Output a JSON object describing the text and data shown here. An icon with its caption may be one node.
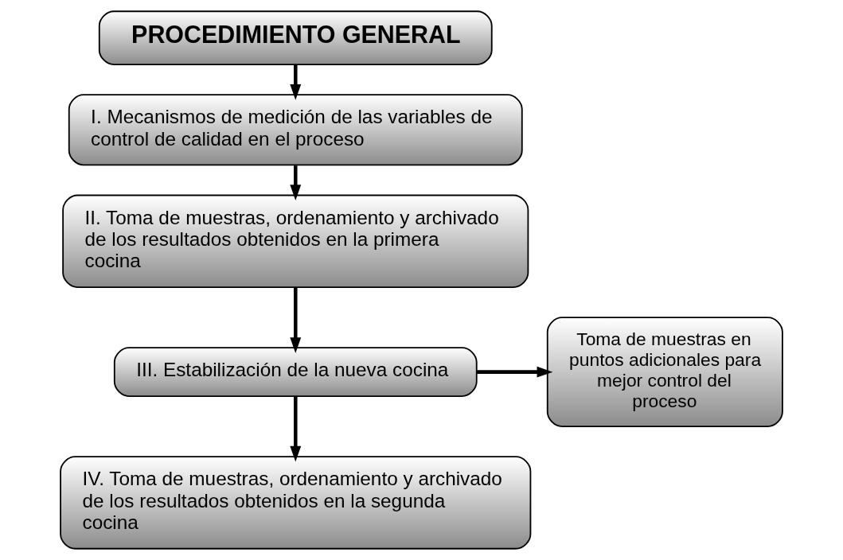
{
  "diagram": {
    "nodes": [
      {
        "text": [
          "PROCEDIMIENTO GENERAL"
        ]
      },
      {
        "text": [
          "I. Mecanismos de medición de las variables de control de calidad en el proceso"
        ]
      },
      {
        "text": [
          "II. Toma de muestras, ordenamiento y archivado de los resultados obtenidos en la primera cocina"
        ]
      },
      {
        "text": [
          "III. Estabilización de la nueva cocina"
        ]
      },
      {
        "text": [
          "Toma de muestras en puntos adicionales para mejor control del proceso"
        ]
      },
      {
        "text": [
          "IV. Toma de muestras, ordenamiento y archivado de los resultados obtenidos en la segunda cocina"
        ]
      }
    ],
    "edges": [
      {
        "from": 0,
        "to": 1,
        "arrow": "to"
      },
      {
        "from": 1,
        "to": 2,
        "arrow": "to"
      },
      {
        "from": 2,
        "to": 3,
        "arrow": "to"
      },
      {
        "from": 3,
        "to": 4,
        "arrow": "to"
      },
      {
        "from": 3,
        "to": 5,
        "arrow": "to"
      }
    ]
  }
}
